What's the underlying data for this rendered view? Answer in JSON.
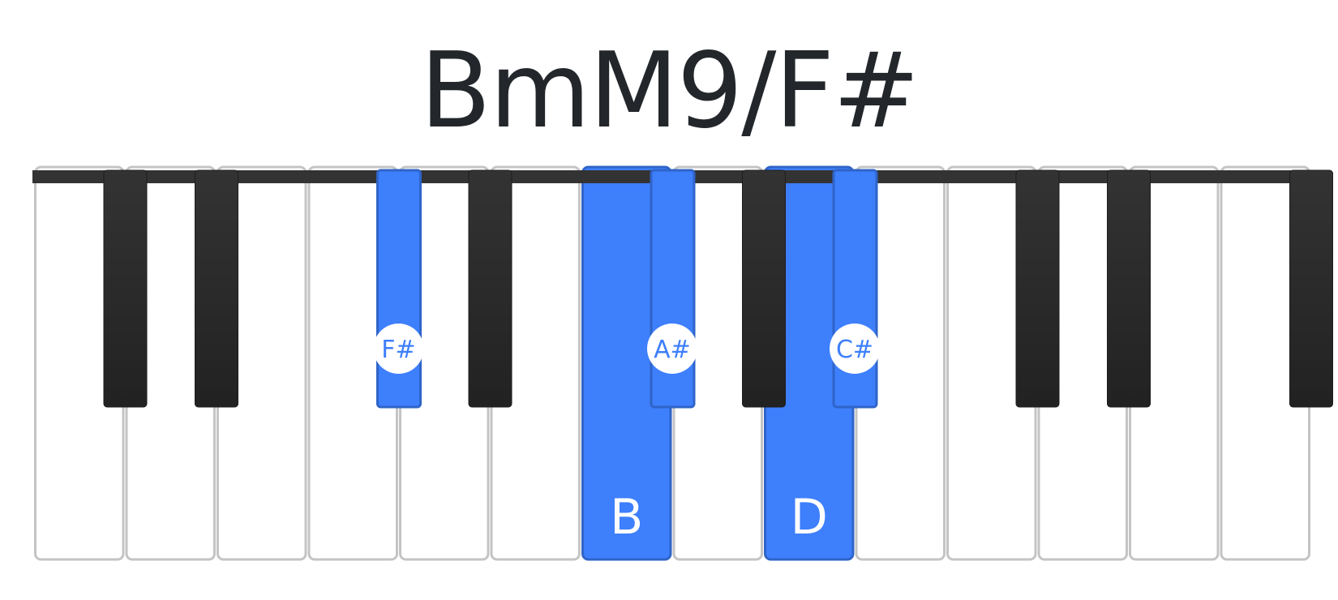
{
  "chord": {
    "name": "BmM9/F#"
  },
  "keyboard": {
    "white_keys": [
      "F",
      "G",
      "A",
      "B",
      "C",
      "D",
      "E",
      "F",
      "G",
      "A",
      "B",
      "C",
      "D",
      "E"
    ],
    "black_keys": [
      {
        "note": "F#",
        "after_white": 0
      },
      {
        "note": "G#",
        "after_white": 1
      },
      {
        "note": "A#",
        "after_white": 3
      },
      {
        "note": "C#",
        "after_white": 4
      },
      {
        "note": "D#",
        "after_white": 6
      },
      {
        "note": "F#",
        "after_white": 7
      },
      {
        "note": "G#",
        "after_white": 8
      },
      {
        "note": "A#",
        "after_white": 10
      },
      {
        "note": "C#",
        "after_white": 11
      },
      {
        "note": "D#",
        "after_white": 13
      }
    ],
    "highlighted_white": [
      {
        "index": 6,
        "label": "B"
      },
      {
        "index": 8,
        "label": "D"
      }
    ],
    "highlighted_black": [
      {
        "index": 2,
        "label": "F#"
      },
      {
        "index": 4,
        "label": "A#"
      },
      {
        "index": 6,
        "label": "C#"
      }
    ]
  },
  "colors": {
    "highlight": "#3e7ffc",
    "highlight_border": "#2f64c8",
    "black_key": "#2b2b2b",
    "white_key": "#ffffff",
    "white_key_border": "#c4c4c4",
    "top_bar": "#333333",
    "title": "#23272b"
  }
}
